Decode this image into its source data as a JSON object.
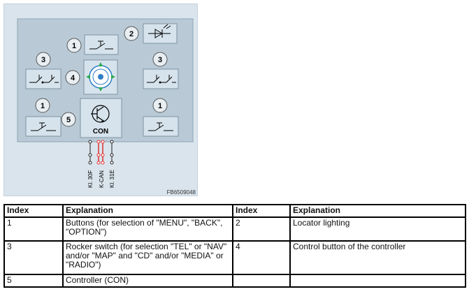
{
  "figure": {
    "code": "FB6509048",
    "callouts": {
      "one": "1",
      "two": "2",
      "three": "3",
      "four": "4",
      "five": "5"
    },
    "controller_label": "CON",
    "wires": [
      "Kl. 30F",
      "K-CAN",
      "Kl. 31E"
    ],
    "colors": {
      "frame_bg": "#d9e4ec",
      "panel_bg": "#b9cad6",
      "box_bg": "#d6e3ec",
      "wire_red": "#e0302f",
      "arrow_green": "#2aa84a",
      "knob_blue": "#2f7fc8"
    }
  },
  "table": {
    "headers": [
      "Index",
      "Explanation",
      "Index",
      "Explanation"
    ],
    "rows": [
      {
        "index_a": "1",
        "text_a": "Buttons (for selection of \"MENU\", \"BACK\", \"OPTION\")",
        "index_b": "2",
        "text_b": "Locator lighting"
      },
      {
        "index_a": "3",
        "text_a": "Rocker switch (for selection \"TEL\" or \"NAV\" and/or \"MAP\" and \"CD\" and/or \"MEDIA\" or \"RADIO\")",
        "index_b": "4",
        "text_b": "Control button of the controller"
      },
      {
        "index_a": "5",
        "text_a": "Controller (CON)",
        "index_b": "",
        "text_b": ""
      }
    ]
  }
}
